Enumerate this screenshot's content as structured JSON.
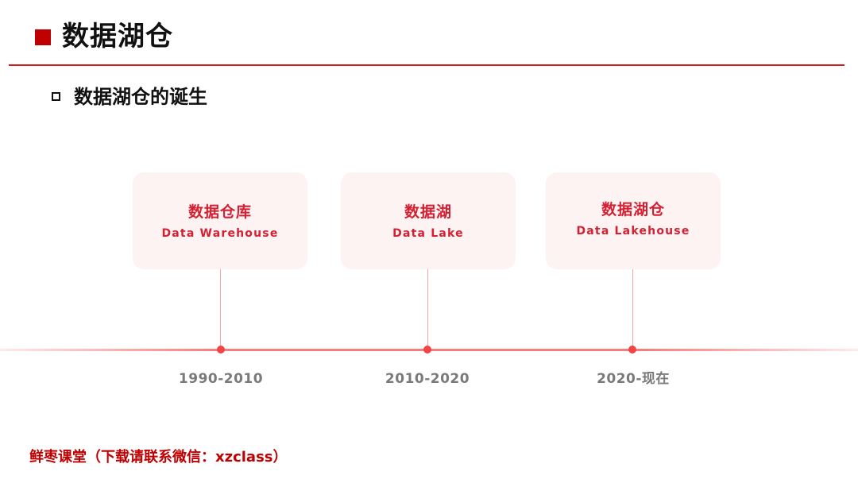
{
  "header": {
    "title": "数据湖仓",
    "accent_color": "#c00000"
  },
  "section": {
    "subtitle": "数据湖仓的诞生"
  },
  "timeline": {
    "items": [
      {
        "zh": "数据仓库",
        "en": "Data Warehouse",
        "period": "1990-2010"
      },
      {
        "zh": "数据湖",
        "en": "Data Lake",
        "period": "2010-2020"
      },
      {
        "zh": "数据湖仓",
        "en": "Data Lakehouse",
        "period": "2020-现在"
      }
    ],
    "card_text_color": "#d42033",
    "card_bg_color": "#fdf3f2",
    "axis_color": "#f77d7d",
    "dot_color": "#f24444"
  },
  "footer": {
    "text": "鲜枣课堂（下载请联系微信：xzclass）"
  }
}
